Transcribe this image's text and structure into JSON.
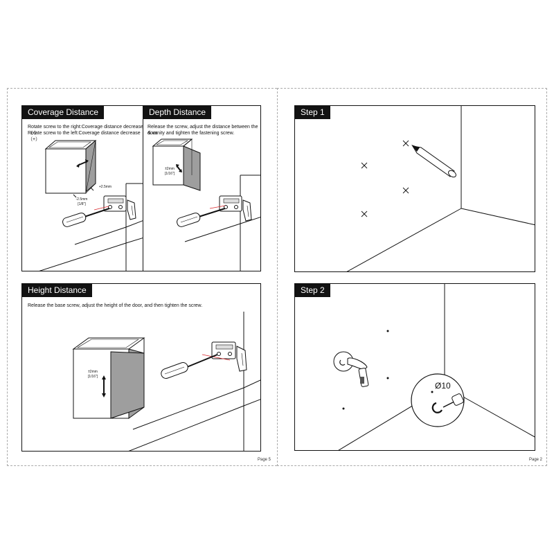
{
  "left_page": {
    "coverage": {
      "title": "Coverage Distance",
      "line1": "Rotate screw to the right:Coverage distance decrease（-）",
      "line2": "Rotate screw to the left:Coverage distance decrease（+）",
      "dim_minus": "-2.5mm",
      "dim_minus_inch": "[1/8\"]",
      "dim_plus": "+2.5mm"
    },
    "depth": {
      "title": "Depth Distance",
      "line1": "Release the screw, adjust the distance between the door",
      "line2": "& vanity and tighten the fastening screw.",
      "dim": "±2mm",
      "dim_inch": "[1/16\"]"
    },
    "height": {
      "title": "Height Distance",
      "instruction": "Release the base screw, adjust the height of the door, and then tighten the screw.",
      "dim": "±2mm",
      "dim_inch": "[1/16\"]"
    },
    "page_number": "Page 5"
  },
  "right_page": {
    "step1": {
      "title": "Step 1"
    },
    "step2": {
      "title": "Step 2",
      "drill_size": "Ø10"
    },
    "page_number": "Page 2"
  },
  "colors": {
    "title_bar": "#121212",
    "door": "#9e9e9e",
    "arrow_red": "#d9262b",
    "page_border": "#a9a9a9"
  }
}
